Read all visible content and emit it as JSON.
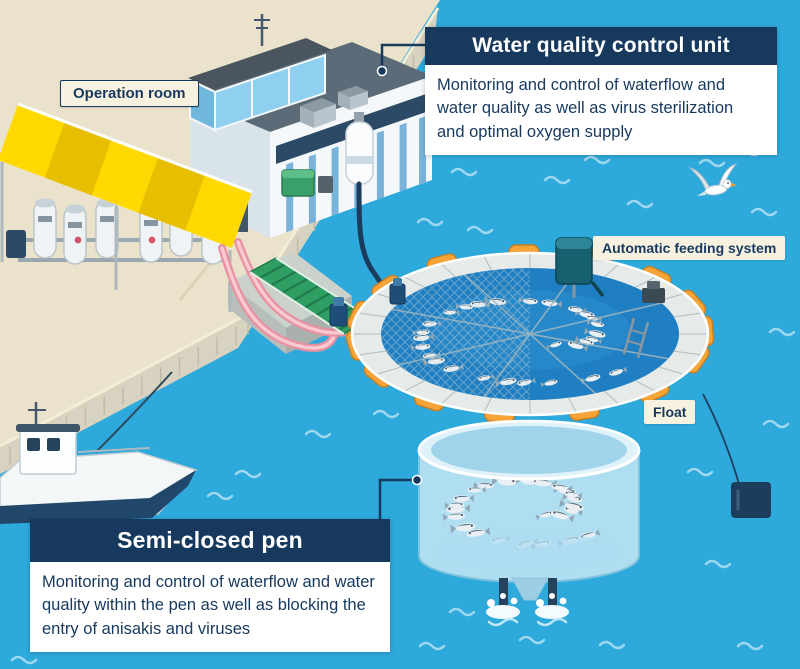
{
  "labels": {
    "operation_room": "Operation room",
    "automatic_feeding_system": "Automatic feeding system",
    "float": "Float"
  },
  "callouts": {
    "water_quality_control_unit": {
      "title": "Water quality control unit",
      "description": "Monitoring and control of waterflow and water quality as well as virus sterilization and optimal oxygen supply"
    },
    "semi_closed_pen": {
      "title": "Semi-closed pen",
      "description": "Monitoring and control of waterflow and water quality within the pen as well as blocking the entry of anisakis and viruses"
    }
  },
  "colors": {
    "ocean": "#2EA9DC",
    "pen_water": "#1F7FC2",
    "navy": "#17395E",
    "label_background": "#F7F1DF",
    "canopy_yellow": "#FFD900",
    "float_orange": "#F6A437",
    "dock_beige": "#EAE2CB",
    "panel_white": "#FFFFFF"
  }
}
